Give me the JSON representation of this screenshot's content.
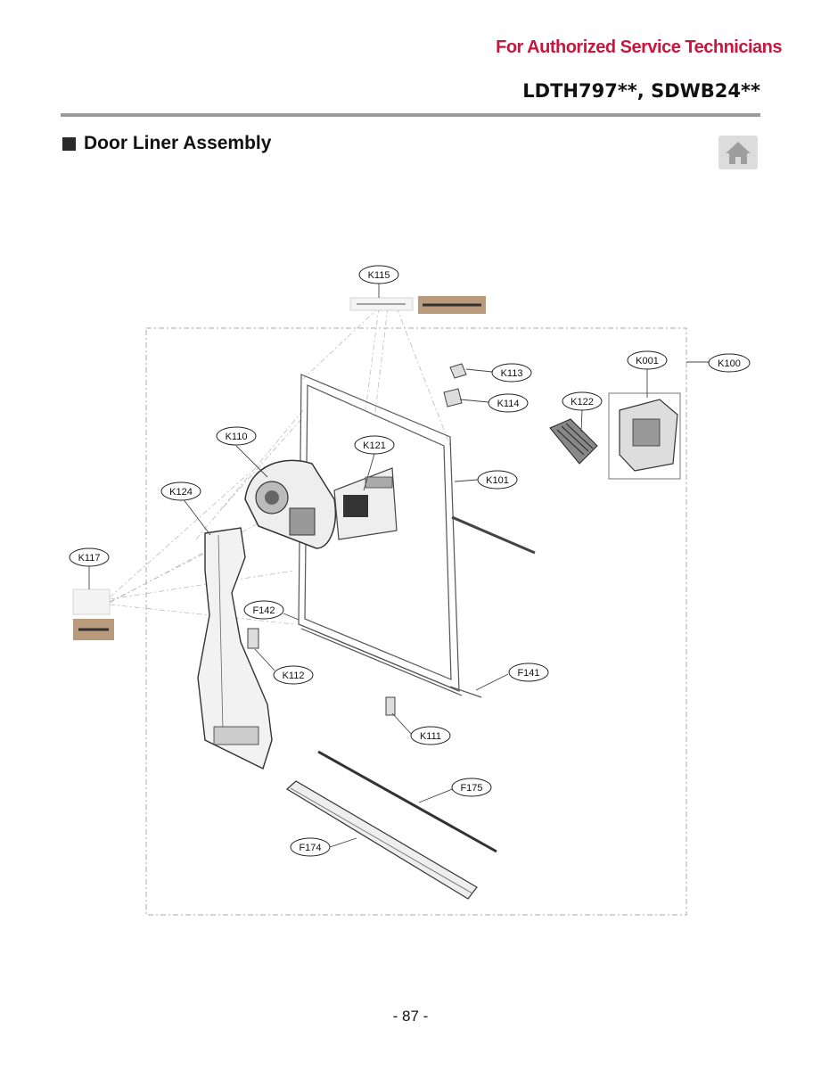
{
  "header": {
    "authorized": "For Authorized Service Technicians",
    "model": "LDTH797**, SDWB24**"
  },
  "section": {
    "title": "Door Liner Assembly"
  },
  "home_button": {
    "icon": "home-icon",
    "color": "#dcdcdc"
  },
  "diagram": {
    "part_labels": {
      "K115": "K115",
      "K113": "K113",
      "K114": "K114",
      "K001": "K001",
      "K100": "K100",
      "K122": "K122",
      "K110": "K110",
      "K121": "K121",
      "K101": "K101",
      "K124": "K124",
      "K117": "K117",
      "F142": "F142",
      "K112": "K112",
      "F141": "F141",
      "K111": "K111",
      "F175": "F175",
      "F174": "F174"
    }
  },
  "footer": {
    "page_number": "- 87 -"
  },
  "colors": {
    "accent": "#c8163f",
    "rule": "#9a9a9a"
  }
}
